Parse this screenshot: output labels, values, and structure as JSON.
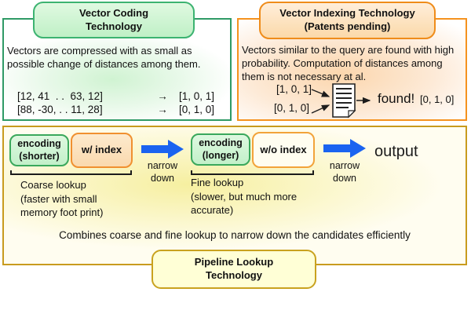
{
  "colors": {
    "coding_panel_border": "#2f9a66",
    "coding_glow": "#d0f3d2",
    "green_box_border": "#3cb371",
    "green_box_fill": "#c9f3cc",
    "indexing_panel_border": "#f5921e",
    "indexing_glow": "#fbd6ad",
    "orange_box_fill": "#fbd9a9",
    "cream_box_fill": "#fffdf0",
    "pipeline_panel_border": "#c89b1e",
    "pipeline_glow": "#f6efa0",
    "pipeline_box_fill": "#ffffd6",
    "blue_arrow": "#1a63f0",
    "text": "#111111"
  },
  "vector_coding": {
    "title": "Vector Coding\nTechnology",
    "body": "Vectors are compressed with as small as possible change of distances among them.",
    "rows": [
      {
        "input": "[12, 41  . .  63, 12]",
        "arrow": "→",
        "output": "[1, 0, 1]"
      },
      {
        "input": "[88, -30, . . 11, 28]",
        "arrow": "→",
        "output": "[0, 1, 0]"
      }
    ]
  },
  "vector_indexing": {
    "title": "Vector Indexing Technology\n(Patents pending)",
    "body": "Vectors similar to the query are found with high probability. Computation of distances among them is not necessary at al.",
    "query_vector_1": "[1, 0, 1]",
    "query_vector_2": "[0, 1, 0]",
    "found_label": "found!",
    "found_vector": "[0, 1, 0]"
  },
  "pipeline": {
    "title": "Pipeline Lookup\nTechnology",
    "summary": "Combines coarse and fine lookup to narrow down the candidates efficiently",
    "coarse": {
      "encoding_box": "encoding\n(shorter)",
      "index_box": "w/ index",
      "bracket_label": "Coarse lookup\n(faster with small\nmemory foot print)"
    },
    "fine": {
      "encoding_box": "encoding\n(longer)",
      "index_box": "w/o index",
      "bracket_label": "Fine lookup\n(slower, but much more\naccurate)"
    },
    "narrow_label_1": "narrow\ndown",
    "narrow_label_2": "narrow\ndown",
    "output_label": "output"
  }
}
